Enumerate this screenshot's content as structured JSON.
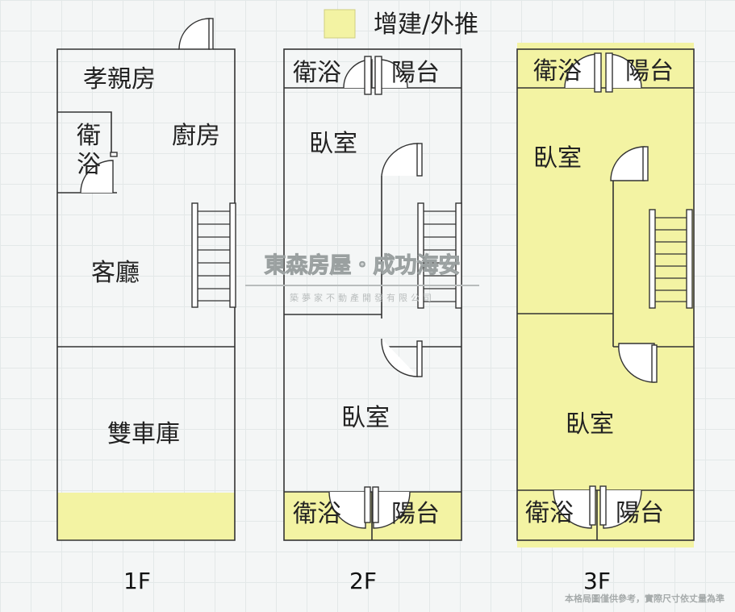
{
  "legend": {
    "label": "增建/外推",
    "swatch_color": "#f3f3a3"
  },
  "floors": {
    "f1": {
      "label": "1F",
      "rooms": {
        "elderly_room": "孝親房",
        "kitchen": "廚房",
        "bath_top": "衛",
        "bath_bottom": "浴",
        "living": "客廳",
        "garage": "雙車庫"
      }
    },
    "f2": {
      "label": "2F",
      "rooms": {
        "bath_front": "衛浴",
        "balcony_front": "陽台",
        "bedroom_front": "臥室",
        "bedroom_back": "臥室",
        "bath_back": "衛浴",
        "balcony_back": "陽台"
      }
    },
    "f3": {
      "label": "3F",
      "rooms": {
        "bath_front": "衛浴",
        "balcony_front": "陽台",
        "bedroom_front": "臥室",
        "bedroom_back": "臥室",
        "bath_back": "衛浴",
        "balcony_back": "陽台"
      }
    }
  },
  "watermark": {
    "brand": "東森房屋・成功海安",
    "subtitle": "築夢家不動產開發有限公司"
  },
  "disclaimer": "本格局圖僅供參考，實際尺寸依丈量為準",
  "colors": {
    "addition_fill": "#f3f3a3",
    "wall": "#333333"
  }
}
